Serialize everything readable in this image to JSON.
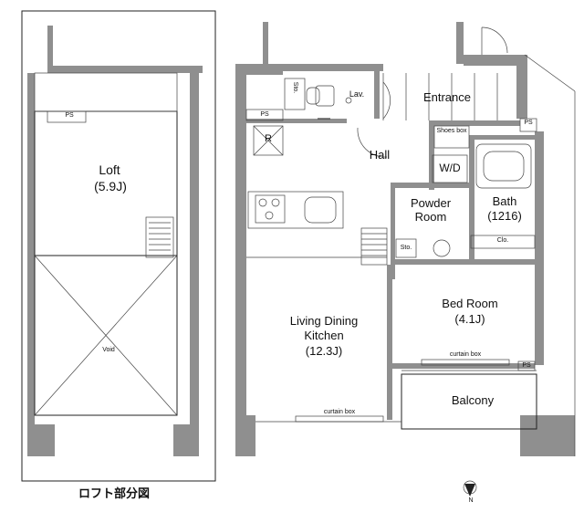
{
  "loft": {
    "label": "Loft",
    "size": "(5.9J)",
    "ps": "PS",
    "void": "Void",
    "caption": "ロフト部分図"
  },
  "rooms": {
    "lav": "Lav.",
    "entrance": "Entrance",
    "sto_top": "Sto.",
    "ps_top": "PS",
    "ps_right": "PS",
    "shoes_box": "Shoes box",
    "hall": "Hall",
    "wd": "W/D",
    "refrigerator": "R",
    "powder_room": "Powder Room",
    "sto_powder": "Sto.",
    "bath": "Bath",
    "bath_size": "(1216)",
    "clo": "Clo.",
    "ldk_line1": "Living Dining",
    "ldk_line2": "Kitchen",
    "ldk_size": "(12.3J)",
    "bed_room": "Bed Room",
    "bed_size": "(4.1J)",
    "curtain_box_bed": "curtain box",
    "ps_bed": "PS",
    "curtain_box_ldk": "curtain box",
    "balcony": "Balcony"
  },
  "compass": {
    "label": "N"
  },
  "colors": {
    "wall": "#8f8f8f",
    "line": "#222222",
    "background": "#ffffff"
  }
}
